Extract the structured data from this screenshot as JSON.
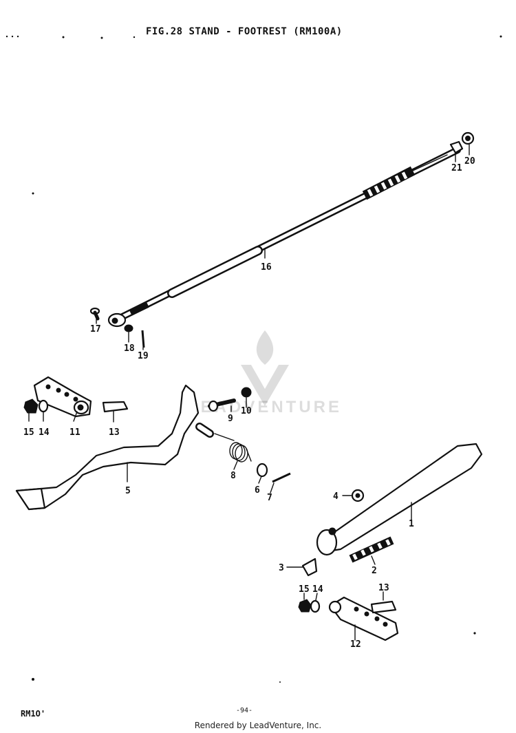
{
  "header": {
    "title": "FIG.28  STAND - FOOTREST (RM100A)"
  },
  "footer": {
    "model_code": "RM1O'",
    "page_number": "-94-",
    "credit": "Rendered by LeadVenture, Inc."
  },
  "watermark": {
    "text": "LEADVENTURE",
    "logo_icon": "leadventure-logo-icon"
  },
  "callouts": {
    "c1": "1",
    "c2": "2",
    "c3": "3",
    "c4": "4",
    "c5": "5",
    "c6": "6",
    "c7": "7",
    "c8": "8",
    "c9": "9",
    "c10": "10",
    "c11": "11",
    "c12": "12",
    "c13a": "13",
    "c13b": "13",
    "c14a": "14",
    "c14b": "14",
    "c15a": "15",
    "c15b": "15",
    "c16": "16",
    "c17": "17",
    "c18": "18",
    "c19": "19",
    "c20": "20",
    "c21": "21"
  }
}
